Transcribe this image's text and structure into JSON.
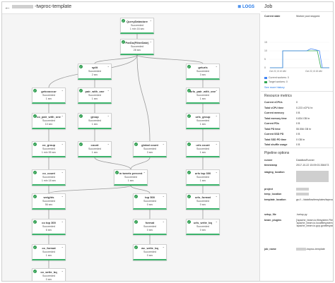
{
  "header": {
    "back_icon": "arrow-back-icon",
    "job_name_suffix": "-twproc-template",
    "logs_label": "LOGS",
    "logs_icon": "logs-icon"
  },
  "job_panel": {
    "title": "Job",
    "status": {
      "label": "Current state",
      "value": "Worker pool stopped."
    },
    "autoscaling": {
      "y_ticks": [
        "15",
        "10",
        "5",
        "0"
      ],
      "x_ticks": [
        "Oct 22, 8:10 AM",
        "Oct 22, 8:15 AM"
      ],
      "legend": [
        "Current workers: 0",
        "Target workers: 0"
      ],
      "see_more": "See more history",
      "colors": {
        "current": "#4285f4",
        "target": "#34a853"
      }
    },
    "resource_metrics": {
      "title": "Resource metrics",
      "rows": [
        {
          "k": "Current vCPUs",
          "v": "0"
        },
        {
          "k": "Total vCPU time",
          "v": "0.223 vCPU hr"
        },
        {
          "k": "Current memory",
          "v": "0 B"
        },
        {
          "k": "Total memory time",
          "v": "0.834 GB hr"
        },
        {
          "k": "Current PDs",
          "v": "0 B"
        },
        {
          "k": "Total PD time",
          "v": "55.556 GB hr"
        },
        {
          "k": "Current SSD PD",
          "v": "0 B"
        },
        {
          "k": "Total SSD PD time",
          "v": "0 GB hr"
        },
        {
          "k": "Total shuffle usage",
          "v": "0 B"
        }
      ]
    },
    "pipeline_options": {
      "title": "Pipeline options",
      "rows": [
        {
          "k": "runner",
          "v": "DataflowRunner"
        },
        {
          "k": "timestamp",
          "v": "2017-10-22 15:09:03.358473"
        },
        {
          "k": "staging_location",
          "v": ""
        },
        {
          "k": "project",
          "v": ""
        },
        {
          "k": "temp_location",
          "v": ""
        },
        {
          "k": "template_location",
          "v": "gs://.../dataflow/templates/twproc_tmpl"
        },
        {
          "k": "setup_file",
          "v": "./setup.py"
        },
        {
          "k": "beam_plugins",
          "v": "['apache_beam.io.filesystem.FileSystem', 'apache_beam.io.localfilesystem.LocalFileSystem', 'apache_beam.io.gcp.gcsfilesystem.GCSFileSystem']"
        },
        {
          "k": "job_name",
          "v": "-twproc-template"
        }
      ]
    }
  },
  "graph": {
    "nodes": [
      {
        "id": "QueryDatastore",
        "name": "QueryDatastore",
        "status": "Succeeded",
        "time": "1 min 16 sec"
      },
      {
        "id": "ParDo",
        "name": "ParDo(FilterDate)",
        "status": "Succeeded",
        "time": "28 sec"
      },
      {
        "id": "split",
        "name": "split",
        "status": "Succeeded",
        "time": "2 sec"
      },
      {
        "id": "geturls",
        "name": "geturls",
        "status": "Succeeded",
        "time": "3 sec"
      },
      {
        "id": "getcooccur",
        "name": "getcooccur",
        "status": "Succeeded",
        "time": "1 sec"
      },
      {
        "id": "pair_with_one",
        "name": "pair_with_one",
        "status": "Succeeded",
        "time": "1 sec"
      },
      {
        "id": "urls_pair_with_one",
        "name": "urls_pair_with_one",
        "status": "Succeeded",
        "time": "1 sec"
      },
      {
        "id": "co_pair_with_one",
        "name": "co_pair_with_one",
        "status": "Succeeded",
        "time": "10 sec"
      },
      {
        "id": "group",
        "name": "group",
        "status": "Succeeded",
        "time": "1 sec"
      },
      {
        "id": "urls_group",
        "name": "urls_group",
        "status": "Succeeded",
        "time": "1 sec"
      },
      {
        "id": "co_group",
        "name": "co_group",
        "status": "Succeeded",
        "time": "1 min 55 sec"
      },
      {
        "id": "count",
        "name": "count",
        "status": "Succeeded",
        "time": "1 sec"
      },
      {
        "id": "global_count",
        "name": "global count",
        "status": "Succeeded",
        "time": "3 sec"
      },
      {
        "id": "urls_count",
        "name": "urls count",
        "status": "Succeeded",
        "time": "1 sec"
      },
      {
        "id": "co_count",
        "name": "co_count",
        "status": "Succeeded",
        "time": "1 min 18 sec"
      },
      {
        "id": "in_tweets",
        "name": "in tweets percent",
        "status": "Succeeded",
        "time": "1 sec"
      },
      {
        "id": "urls_top",
        "name": "urls top 300",
        "status": "Succeeded",
        "time": "1 sec"
      },
      {
        "id": "weights",
        "name": "weights",
        "status": "Succeeded",
        "time": "56 sec"
      },
      {
        "id": "top500",
        "name": "top 500",
        "status": "Succeeded",
        "time": "0 sec"
      },
      {
        "id": "urls_format",
        "name": "urls_format",
        "status": "Succeeded",
        "time": "0 sec"
      },
      {
        "id": "co_top",
        "name": "co top 300",
        "status": "Succeeded",
        "time": "6 sec"
      },
      {
        "id": "format",
        "name": "format",
        "status": "Succeeded",
        "time": "0 sec"
      },
      {
        "id": "urls_write",
        "name": "urls_write_bq",
        "status": "Succeeded",
        "time": "0 sec"
      },
      {
        "id": "co_format",
        "name": "co_format",
        "status": "Succeeded",
        "time": "1 sec"
      },
      {
        "id": "wc_write",
        "name": "wc_write_bq",
        "status": "Succeeded",
        "time": "0 sec"
      },
      {
        "id": "co_write",
        "name": "co_write_bq",
        "status": "Succeeded",
        "time": "0 sec"
      }
    ]
  }
}
